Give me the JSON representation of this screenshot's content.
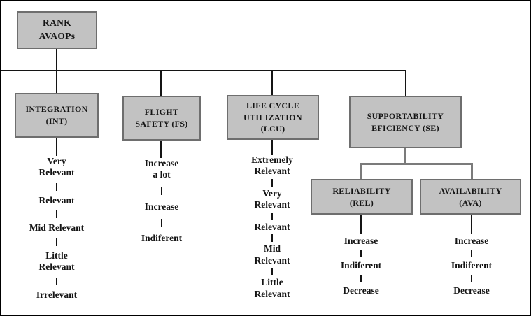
{
  "diagram": {
    "root": {
      "label": "RANK\nAVAOPs"
    },
    "criteria": [
      {
        "id": "INT",
        "label": "INTEGRATION\n(INT)",
        "scale": [
          "Very\nRelevant",
          "Relevant",
          "Mid Relevant",
          "Little\nRelevant",
          "Irrelevant"
        ]
      },
      {
        "id": "FS",
        "label": "FLIGHT\nSAFETY (FS)",
        "scale": [
          "Increase\na lot",
          "Increase",
          "Indiferent"
        ]
      },
      {
        "id": "LCU",
        "label": "LIFE CYCLE\nUTILIZATION\n(LCU)",
        "scale": [
          "Extremely\nRelevant",
          "Very\nRelevant",
          "Relevant",
          "Mid\nRelevant",
          "Little\nRelevant"
        ]
      },
      {
        "id": "SE",
        "label": "SUPPORTABILITY\nEFICIENCY (SE)",
        "subcriteria": [
          {
            "id": "REL",
            "label": "RELIABILITY\n(REL)",
            "scale": [
              "Increase",
              "Indiferent",
              "Decrease"
            ]
          },
          {
            "id": "AVA",
            "label": "AVAILABILITY\n(AVA)",
            "scale": [
              "Increase",
              "Indiferent",
              "Decrease"
            ]
          }
        ]
      }
    ],
    "colors": {
      "box_fill": "#c2c2c2",
      "box_border": "#6e6e6e",
      "line": "#141414",
      "sub_connector": "#7b7b7b"
    }
  }
}
